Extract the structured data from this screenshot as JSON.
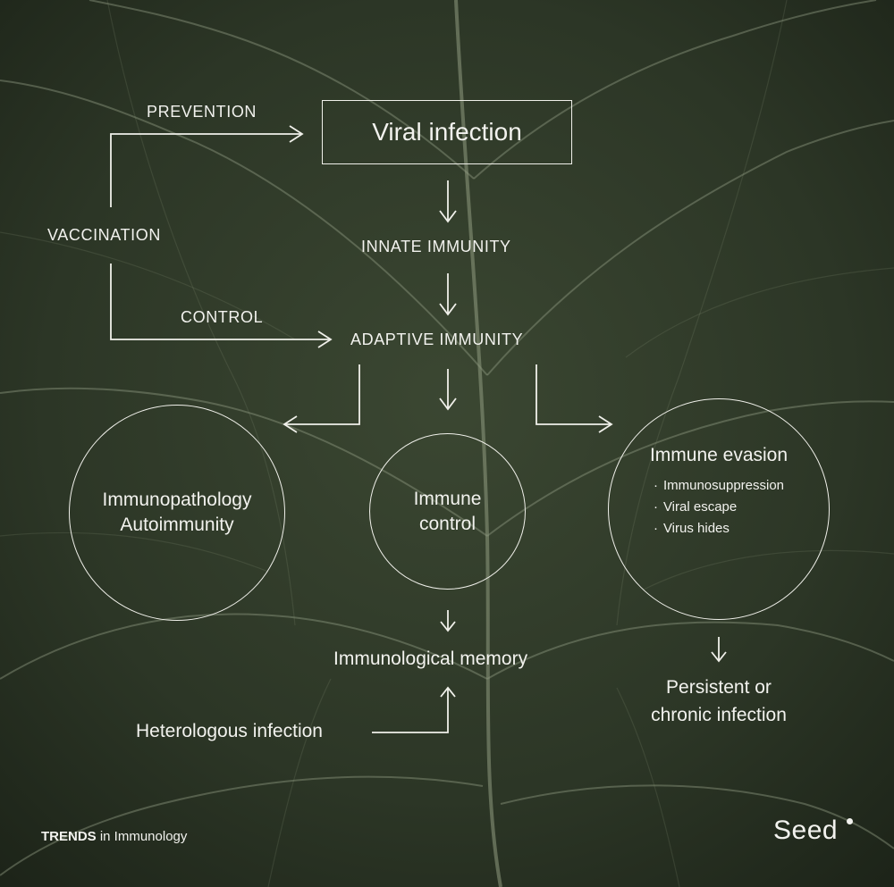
{
  "diagram": {
    "title": "Viral infection",
    "vaccination": "VACCINATION",
    "prevention": "PREVENTION",
    "control": "CONTROL",
    "innate": "INNATE IMMUNITY",
    "adaptive": "ADAPTIVE IMMUNITY",
    "immunopathology": {
      "line1": "Immunopathology",
      "line2": "Autoimmunity"
    },
    "immune_control": {
      "line1": "Immune",
      "line2": "control"
    },
    "immune_evasion": {
      "title": "Immune evasion",
      "items": [
        "Immunosuppression",
        "Viral escape",
        "Virus hides"
      ]
    },
    "memory": "Immunological memory",
    "heterologous": "Heterologous infection",
    "persistent": {
      "line1": "Persistent or",
      "line2": "chronic infection"
    }
  },
  "footer": {
    "journal_bold": "TRENDS",
    "journal_rest": " in Immunology",
    "brand": "Seed"
  },
  "colors": {
    "background": "#2a3324",
    "vein": "#8f9a80",
    "line": "#f0f0ea"
  }
}
